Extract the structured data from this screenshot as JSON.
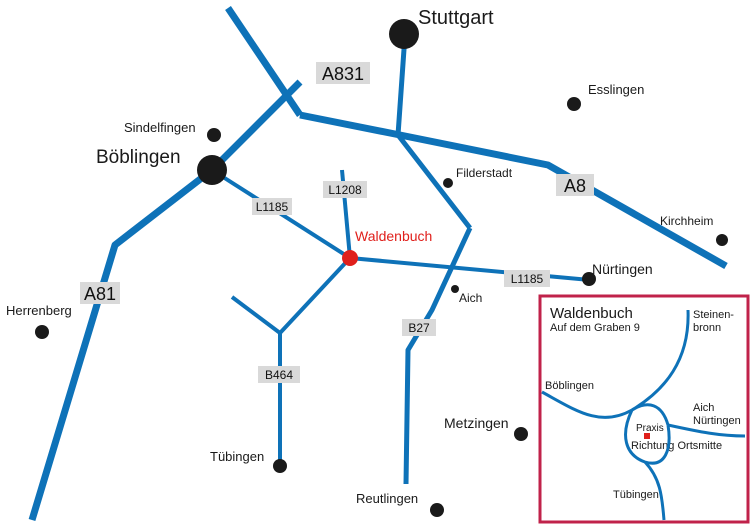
{
  "cities": {
    "stuttgart": "Stuttgart",
    "esslingen": "Esslingen",
    "sindelfingen": "Sindelfingen",
    "boeblingen": "Böblingen",
    "filderstadt": "Filderstadt",
    "kirchheim": "Kirchheim",
    "waldenbuch": "Waldenbuch",
    "nuertingen": "Nürtingen",
    "aich": "Aich",
    "herrenberg": "Herrenberg",
    "metzingen": "Metzingen",
    "tuebingen": "Tübingen",
    "reutlingen": "Reutlingen"
  },
  "roads": {
    "a831": "A831",
    "a8": "A8",
    "a81": "A81",
    "l1185_west": "L1185",
    "l1208": "L1208",
    "l1185_east": "L1185",
    "b27": "B27",
    "b464": "B464"
  },
  "inset": {
    "title": "Waldenbuch",
    "address": "Auf dem Graben 9",
    "steinenbronn_1": "Steinen-",
    "steinenbronn_2": "bronn",
    "boeblingen": "Böblingen",
    "aich": "Aich",
    "nuertingen": "Nürtingen",
    "praxis": "Praxis",
    "richtung": "Richtung Ortsmitte",
    "tuebingen": "Tübingen"
  },
  "colors": {
    "road": "#0e72b8",
    "highlight": "#e0201c",
    "inset_border": "#c0224a",
    "badge": "#d9d9d9"
  }
}
